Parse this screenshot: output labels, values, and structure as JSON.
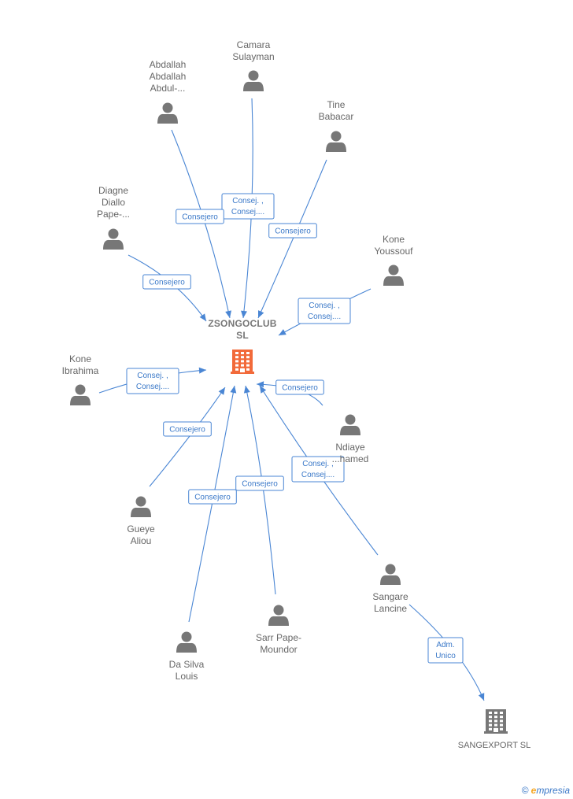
{
  "colors": {
    "edge": "#4a86d4",
    "person": "#777777",
    "main_company": "#f26a3a",
    "other_company": "#777777"
  },
  "main_company": {
    "name_lines": [
      "ZSONGOCLUB",
      "SL"
    ],
    "icon": "building-icon"
  },
  "other_company": {
    "name_lines": [
      "SANGEXPORT SL"
    ],
    "icon": "building-icon"
  },
  "people": [
    {
      "id": "camara",
      "name_lines": [
        "Camara",
        "Sulayman"
      ]
    },
    {
      "id": "abdallah",
      "name_lines": [
        "Abdallah",
        "Abdallah",
        "Abdul-..."
      ]
    },
    {
      "id": "tine",
      "name_lines": [
        "Tine",
        "Babacar"
      ]
    },
    {
      "id": "diagne",
      "name_lines": [
        "Diagne",
        "Diallo",
        "Pape-..."
      ]
    },
    {
      "id": "kone_y",
      "name_lines": [
        "Kone",
        "Youssouf"
      ]
    },
    {
      "id": "kone_i",
      "name_lines": [
        "Kone",
        "Ibrahima"
      ]
    },
    {
      "id": "ndiaye",
      "name_lines": [
        "Ndiaye",
        "...hamed"
      ]
    },
    {
      "id": "gueye",
      "name_lines": [
        "Gueye",
        "Aliou"
      ]
    },
    {
      "id": "sangare",
      "name_lines": [
        "Sangare",
        "Lancine"
      ]
    },
    {
      "id": "sarr",
      "name_lines": [
        "Sarr Pape-",
        "Moundor"
      ]
    },
    {
      "id": "dasilva",
      "name_lines": [
        "Da Silva",
        "Louis"
      ]
    }
  ],
  "edges": [
    {
      "from": "camara",
      "lines": [
        "Consej. ,",
        "Consej...."
      ]
    },
    {
      "from": "abdallah",
      "lines": [
        "Consejero"
      ]
    },
    {
      "from": "tine",
      "lines": [
        "Consejero"
      ]
    },
    {
      "from": "diagne",
      "lines": [
        "Consejero"
      ]
    },
    {
      "from": "kone_y",
      "lines": [
        "Consej. ,",
        "Consej...."
      ]
    },
    {
      "from": "kone_i",
      "lines": [
        "Consej. ,",
        "Consej...."
      ]
    },
    {
      "from": "ndiaye",
      "lines": [
        "Consejero"
      ]
    },
    {
      "from": "gueye",
      "lines": [
        "Consejero"
      ]
    },
    {
      "from": "sangare",
      "lines": [
        "Consej. ,",
        "Consej...."
      ]
    },
    {
      "from": "sarr",
      "lines": [
        "Consejero"
      ]
    },
    {
      "from": "dasilva",
      "lines": [
        "Consejero"
      ]
    },
    {
      "from": "sangare",
      "to": "sangexport",
      "lines": [
        "Adm.",
        "Unico"
      ]
    }
  ],
  "brand": {
    "copyright": "©",
    "initial": "e",
    "rest": "mpresia"
  }
}
